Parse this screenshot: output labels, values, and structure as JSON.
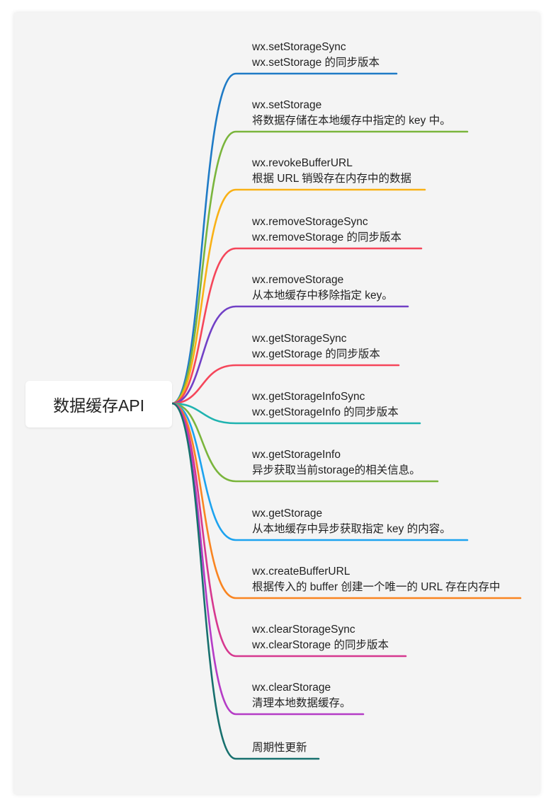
{
  "root": {
    "label": "数据缓存API"
  },
  "branches": [
    {
      "title": "wx.setStorageSync",
      "desc": "wx.setStorage 的同步版本",
      "color": "#1f7bc6"
    },
    {
      "title": "wx.setStorage",
      "desc": "将数据存储在本地缓存中指定的 key 中。",
      "color": "#7ab53c"
    },
    {
      "title": "wx.revokeBufferURL",
      "desc": "根据 URL 销毁存在内存中的数据",
      "color": "#f9b116"
    },
    {
      "title": "wx.removeStorageSync",
      "desc": "wx.removeStorage 的同步版本",
      "color": "#f5465a"
    },
    {
      "title": "wx.removeStorage",
      "desc": "从本地缓存中移除指定 key。",
      "color": "#7140c6"
    },
    {
      "title": "wx.getStorageSync",
      "desc": "wx.getStorage 的同步版本",
      "color": "#f5465a"
    },
    {
      "title": "wx.getStorageInfoSync",
      "desc": "wx.getStorageInfo 的同步版本",
      "color": "#1fb3b0"
    },
    {
      "title": "wx.getStorageInfo",
      "desc": "异步获取当前storage的相关信息。",
      "color": "#7ab53c"
    },
    {
      "title": "wx.getStorage",
      "desc": "从本地缓存中异步获取指定 key 的内容。",
      "color": "#1ca3ef"
    },
    {
      "title": "wx.createBufferURL",
      "desc": "根据传入的 buffer 创建一个唯一的 URL 存在内存中",
      "color": "#f98521"
    },
    {
      "title": "wx.clearStorageSync",
      "desc": "wx.clearStorage 的同步版本",
      "color": "#d6388f"
    },
    {
      "title": "wx.clearStorage",
      "desc": "清理本地数据缓存。",
      "color": "#b53cc6"
    },
    {
      "title": "周期性更新",
      "color": "#17706e"
    }
  ]
}
